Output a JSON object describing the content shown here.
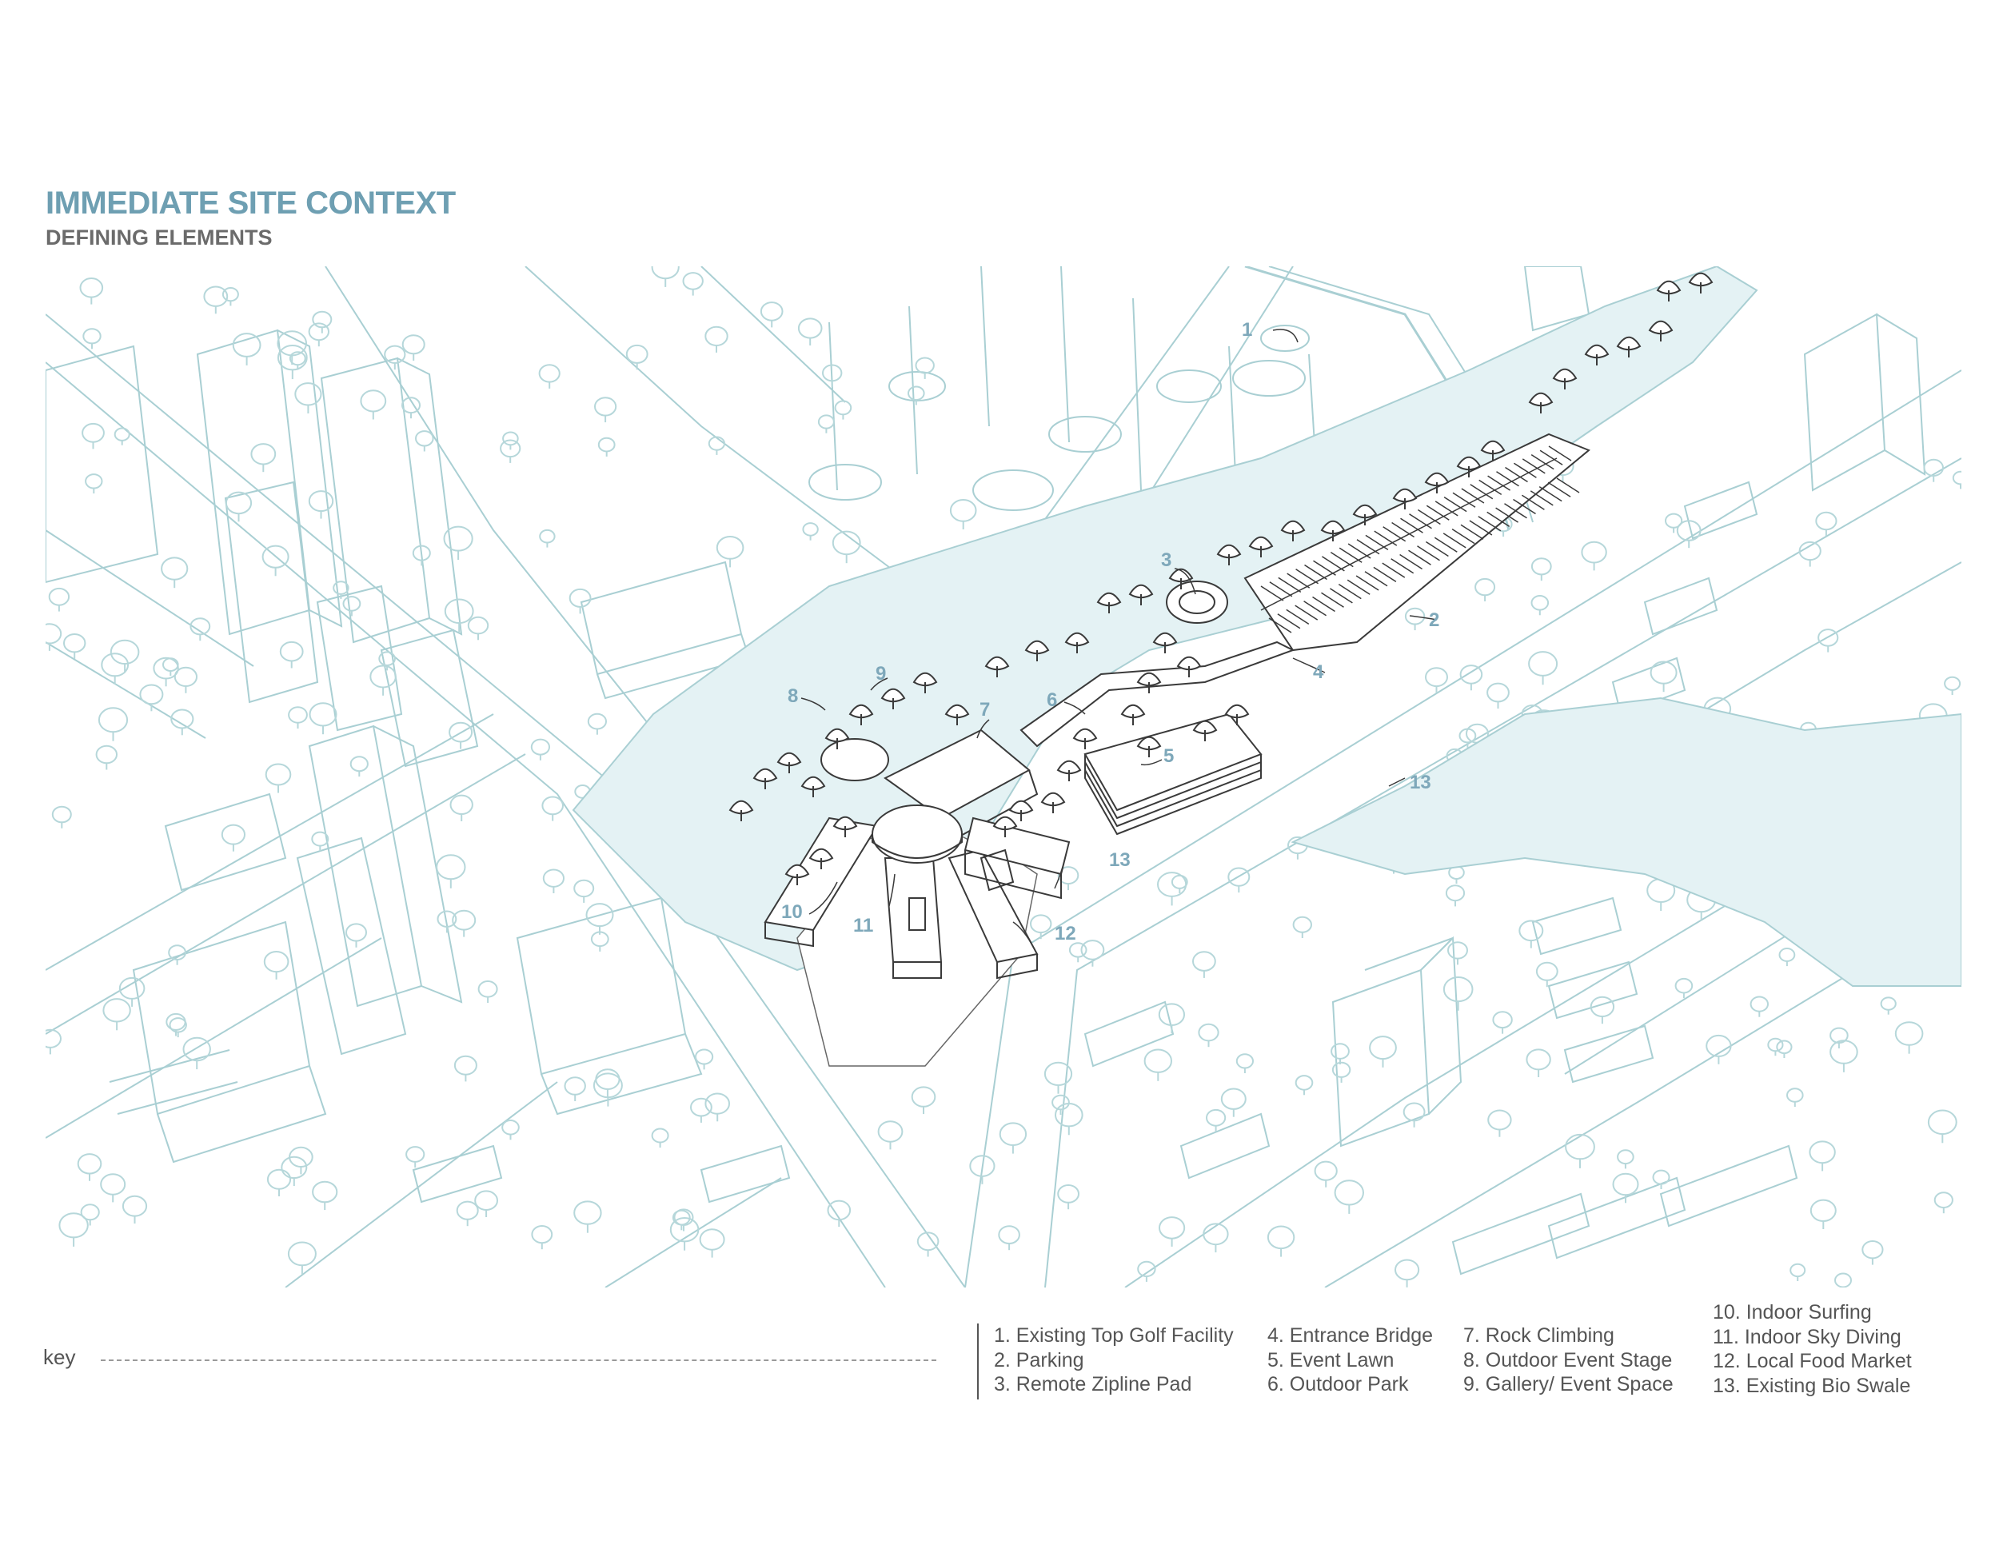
{
  "header": {
    "title": "IMMEDIATE SITE CONTEXT",
    "subtitle": "DEFINING ELEMENTS"
  },
  "colors": {
    "context_line": "#a9cfd3",
    "swale_fill": "#e4f2f4",
    "focus_line": "#3a3a3a",
    "callout": "#7ea8ba",
    "title": "#6e9fb2"
  },
  "callouts": [
    "1",
    "2",
    "3",
    "4",
    "5",
    "6",
    "7",
    "8",
    "9",
    "10",
    "11",
    "12",
    "13",
    "13"
  ],
  "key": {
    "label": "key",
    "col1": [
      "1. Existing Top Golf Facility",
      "2. Parking",
      "3. Remote Zipline Pad"
    ],
    "col2": [
      "4. Entrance Bridge",
      "5. Event Lawn",
      "6. Outdoor Park"
    ],
    "col3": [
      "7. Rock Climbing",
      "8. Outdoor Event Stage",
      "9. Gallery/ Event Space"
    ],
    "col4": [
      "10. Indoor Surfing",
      "11. Indoor Sky Diving",
      "12. Local Food Market",
      "13. Existing Bio Swale"
    ]
  }
}
